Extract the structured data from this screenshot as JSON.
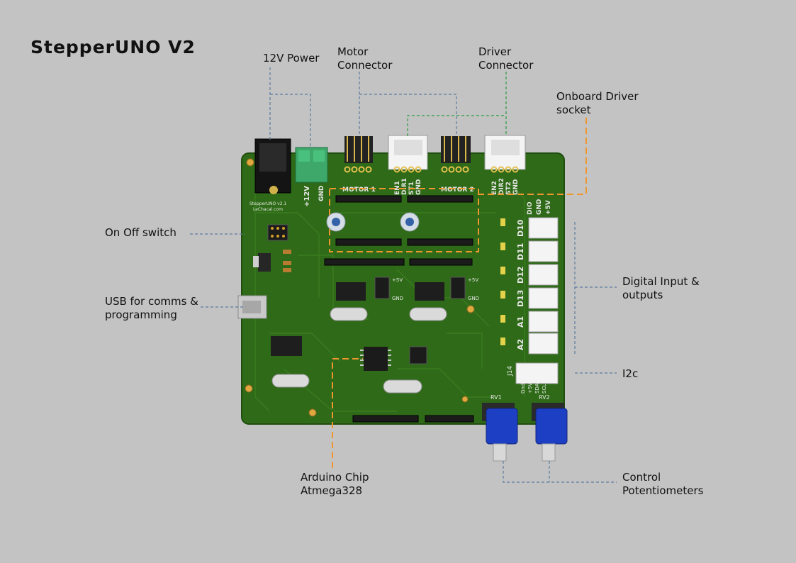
{
  "title": "StepperUNO V2",
  "callouts": {
    "power": "12V Power",
    "motor_connector": "Motor\nConnector",
    "driver_connector": "Driver\nConnector",
    "driver_socket": "Onboard Driver\nsocket",
    "on_off": "On Off switch",
    "usb": "USB for comms &\nprogramming",
    "digital_io": "Digital Input &\noutputs",
    "i2c": "I2c",
    "arduino_chip": "Arduino Chip\nAtmega328",
    "potentiometers": "Control\nPotentiometers"
  },
  "board": {
    "silk_brand": "StepperUNO v2.1",
    "silk_site": "LeChacal.com",
    "label_12v": "+12V",
    "label_gnd": "GND",
    "motor1": "MOTOR 1",
    "motor2": "MOTOR 2",
    "driver1_pins": [
      "EN1",
      "DIR1",
      "ST1",
      "GND"
    ],
    "driver2_pins": [
      "EN2",
      "DIR2",
      "ST2",
      "GND"
    ],
    "io_header_pins": [
      "DIO",
      "GND",
      "+5V"
    ],
    "io_ports": [
      "D10",
      "D11",
      "D12",
      "D13",
      "A1",
      "A2"
    ],
    "i2c_port": "J14",
    "i2c_pins": [
      "Gnd",
      "+5V",
      "SDA",
      "SCL"
    ],
    "pot_labels": [
      "RV1",
      "RV2"
    ],
    "plus5v": "+5V",
    "gnd": "GND",
    "colors": {
      "pcb": "#2e6a17",
      "accent_orange": "#f0962e",
      "leader_blue": "#5b7c9e",
      "leader_green": "#2a9a3e",
      "pot_blue": "#1d3fc4"
    }
  }
}
